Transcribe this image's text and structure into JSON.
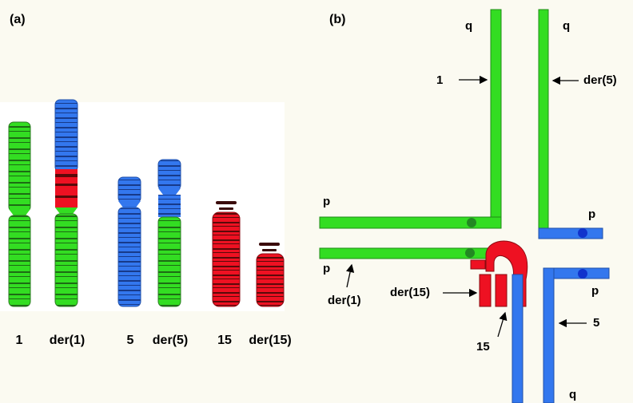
{
  "panel_a": {
    "label": "(a)",
    "chromosomes": [
      {
        "label": "1"
      },
      {
        "label": "der(1)"
      },
      {
        "label": "5"
      },
      {
        "label": "der(5)"
      },
      {
        "label": "15"
      },
      {
        "label": "der(15)"
      }
    ]
  },
  "panel_b": {
    "label": "(b)",
    "labels": {
      "q_left": "q",
      "q_right": "q",
      "one": "1",
      "der5": "der(5)",
      "p_upper_left": "p",
      "p_lower_left": "p",
      "p_upper_right": "p",
      "p_lower_right": "p",
      "der1": "der(1)",
      "der15": "der(15)",
      "fifteen": "15",
      "five": "5",
      "q_bottom": "q"
    }
  },
  "colors": {
    "chr1_green": "#33dd22",
    "chr5_blue": "#3377ee",
    "chr15_red": "#ee1122",
    "band_dark": "#1a1a1a",
    "centromere_green": "#228822",
    "centromere_blue": "#1133cc"
  }
}
